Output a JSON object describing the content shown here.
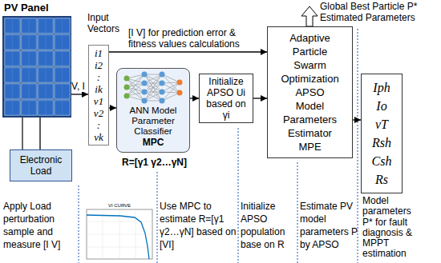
{
  "diagram": {
    "nodes": [
      {
        "text": [
          "PV Panel"
        ]
      },
      {
        "text": [
          "Electronic Load"
        ]
      },
      {
        "text": [
          "Input Vectors",
          "i1 i2 : ik v1 v2 : vk"
        ]
      },
      {
        "text": [
          "ANN Model Parameter Classifier",
          "MPC"
        ]
      },
      {
        "text": [
          "Initialize APSO Ui based on γi"
        ]
      },
      {
        "text": [
          "Adaptive Particle Swarm Optimization APSO",
          "Model Parameters Estimator MPE"
        ]
      },
      {
        "text": [
          "Iph Io vT Rsh Csh Rs"
        ]
      }
    ],
    "edges": [
      {
        "from": 0,
        "to": 1,
        "arrow": "none"
      },
      {
        "from": 0,
        "to": 2,
        "arrow": "to",
        "label": "V, I"
      },
      {
        "from": 2,
        "to": 3,
        "arrow": "to"
      },
      {
        "from": 2,
        "to": 5,
        "arrow": "to",
        "label": "[I V] for prediction error & fitness values calculations"
      },
      {
        "from": 3,
        "to": 4,
        "arrow": "to"
      },
      {
        "from": 4,
        "to": 5,
        "arrow": "to"
      },
      {
        "from": 5,
        "to": 6,
        "arrow": "to"
      }
    ],
    "labels": [
      "Global Best Particle P* Estimated Parameters",
      "R=[γ1 γ2…γN]",
      "Model parameters P* for fault diagnosis & MPPT estimation",
      "Apply Load perturbation sample and measure [I V]",
      "VI CURVE",
      "Use MPC to estimate R=[γ1 γ2…γN] based on [VI]",
      "Initialize APSO population base on R",
      "Estimate PV model parameters P by APSO"
    ]
  }
}
